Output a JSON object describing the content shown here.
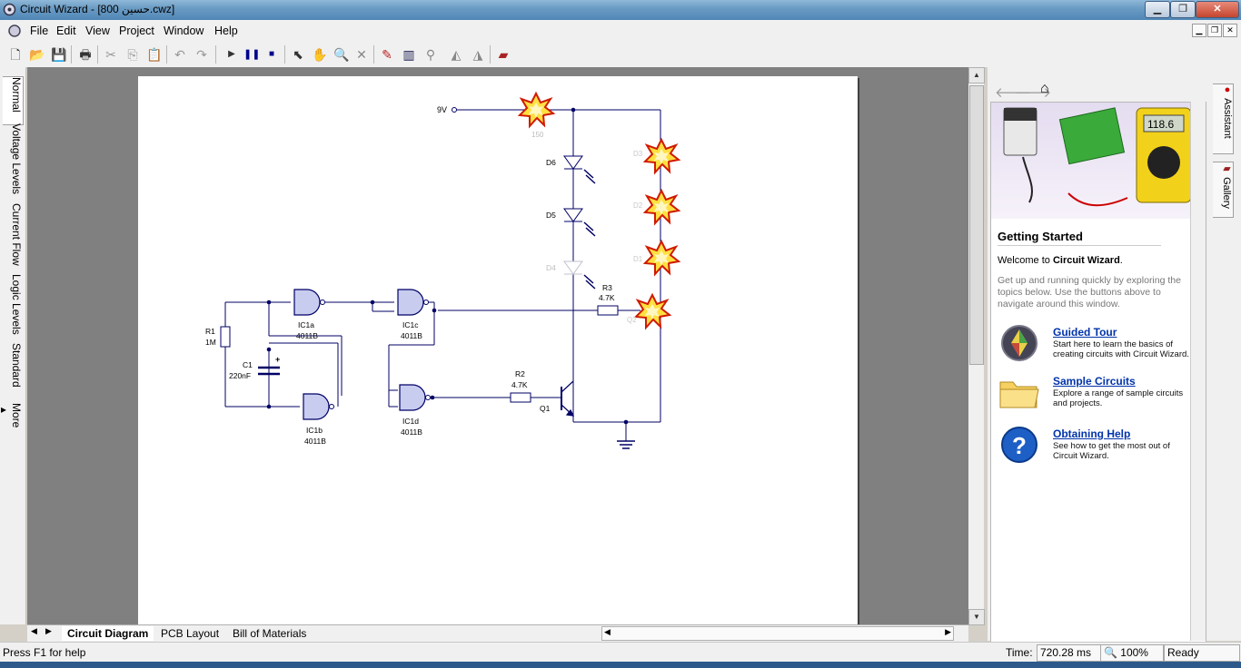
{
  "window": {
    "title": "Circuit Wizard - [800 حسين.cwz]"
  },
  "menu": {
    "items": [
      "File",
      "Edit",
      "View",
      "Project",
      "Window",
      "Help"
    ]
  },
  "left_tabs": [
    "Normal",
    "Voltage Levels",
    "Current Flow",
    "Logic Levels",
    "Standard",
    "More ▸"
  ],
  "bottom_tabs": [
    "Circuit Diagram",
    "PCB Layout",
    "Bill of Materials"
  ],
  "circuit": {
    "supply": "9V",
    "supply_resistor": "150",
    "components": [
      {
        "ref": "D6",
        "value": ""
      },
      {
        "ref": "D5",
        "value": ""
      },
      {
        "ref": "D4",
        "value": ""
      },
      {
        "ref": "D3",
        "value": ""
      },
      {
        "ref": "D2",
        "value": ""
      },
      {
        "ref": "D1",
        "value": ""
      },
      {
        "ref": "R3",
        "value": "4.7K"
      },
      {
        "ref": "R2",
        "value": "4.7K"
      },
      {
        "ref": "R1",
        "value": "1M"
      },
      {
        "ref": "C1",
        "value": "220nF"
      },
      {
        "ref": "Q1",
        "value": ""
      },
      {
        "ref": "Q2",
        "value": ""
      },
      {
        "ref": "IC1a",
        "value": "4011B"
      },
      {
        "ref": "IC1b",
        "value": "4011B"
      },
      {
        "ref": "IC1c",
        "value": "4011B"
      },
      {
        "ref": "IC1d",
        "value": "4011B"
      }
    ],
    "capacitor_polarity": "+"
  },
  "assistant": {
    "tabs": [
      "Assistant",
      "Gallery"
    ],
    "meter_display": "118.6",
    "heading": "Getting Started",
    "welcome_prefix": "Welcome to ",
    "welcome_bold": "Circuit Wizard",
    "welcome_suffix": ".",
    "intro": "Get up and running quickly by exploring the topics below. Use the buttons above to navigate around this window.",
    "items": [
      {
        "title": "Guided Tour",
        "desc": "Start here to learn the basics of creating circuits with Circuit Wizard.",
        "icon": "guided-tour-icon"
      },
      {
        "title": "Sample Circuits",
        "desc": "Explore a range of sample circuits and projects.",
        "icon": "folder-icon"
      },
      {
        "title": "Obtaining Help",
        "desc": "See how to get the most out of Circuit Wizard.",
        "icon": "help-icon"
      }
    ]
  },
  "status": {
    "help": "Press F1 for help",
    "time_label": "Time:",
    "time_value": "720.28 ms",
    "zoom": "100%",
    "state": "Ready"
  }
}
